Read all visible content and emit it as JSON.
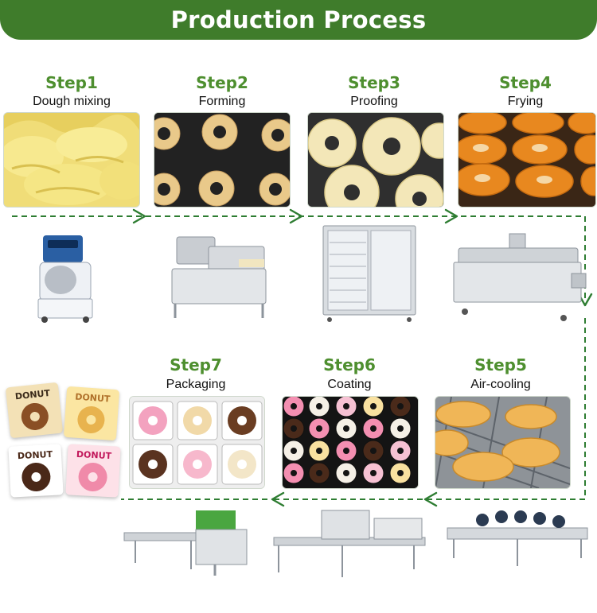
{
  "header": {
    "title": "Production Process"
  },
  "steps": [
    {
      "num": "Step1",
      "name": "Dough mixing"
    },
    {
      "num": "Step2",
      "name": "Forming"
    },
    {
      "num": "Step3",
      "name": "Proofing"
    },
    {
      "num": "Step4",
      "name": "Frying"
    },
    {
      "num": "Step5",
      "name": "Air-cooling"
    },
    {
      "num": "Step6",
      "name": "Coating"
    },
    {
      "num": "Step7",
      "name": "Packaging"
    }
  ],
  "packages": [
    {
      "label": "DONUT"
    },
    {
      "label": "DONUT"
    },
    {
      "label": "DONUT"
    },
    {
      "label": "DONUT"
    }
  ],
  "colors": {
    "accent": "#3f7c2b",
    "step_green": "#4e8f2f",
    "arrow_green": "#2e7d32"
  }
}
